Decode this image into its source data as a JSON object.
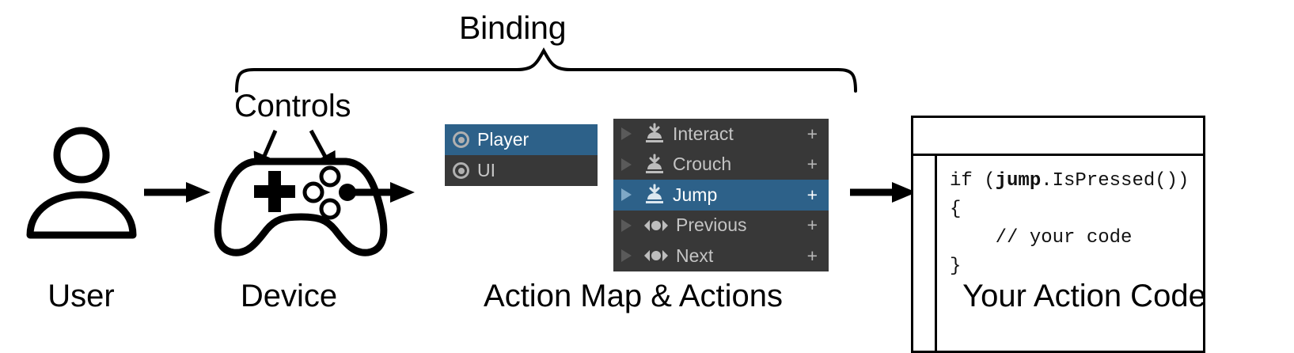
{
  "diagram": {
    "title_labels": {
      "binding": "Binding",
      "controls": "Controls"
    },
    "captions": {
      "user": "User",
      "device": "Device",
      "action_map": "Action Map & Actions",
      "code": "Your Action Code"
    },
    "icons": {
      "user": "user-person-icon",
      "device": "gamepad-controller-icon",
      "flow_arrow": "arrow-right-icon",
      "brace": "curly-brace-icon",
      "pointer_arrow": "arrow-pointer-icon"
    }
  },
  "action_map_panel": {
    "name": "action-map-list",
    "rows": [
      {
        "label": "Player",
        "selected": true,
        "icon": "target-icon"
      },
      {
        "label": "UI",
        "selected": false,
        "icon": "target-icon"
      }
    ]
  },
  "actions_panel": {
    "name": "actions-list",
    "add_label": "+",
    "rows": [
      {
        "label": "Interact",
        "selected": false,
        "icon": "button-press-icon",
        "add": "+"
      },
      {
        "label": "Crouch",
        "selected": false,
        "icon": "button-press-icon",
        "add": "+"
      },
      {
        "label": "Jump",
        "selected": true,
        "icon": "button-press-icon",
        "add": "+"
      },
      {
        "label": "Previous",
        "selected": false,
        "icon": "axis-icon",
        "add": "+"
      },
      {
        "label": "Next",
        "selected": false,
        "icon": "axis-icon",
        "add": "+"
      }
    ]
  },
  "code_window": {
    "title": "",
    "lines": [
      {
        "pre": "if (",
        "bold": "jump",
        "post": ".IsPressed())"
      },
      {
        "pre": "{",
        "bold": "",
        "post": ""
      },
      {
        "pre": "    // your code",
        "bold": "",
        "post": ""
      },
      {
        "pre": "}",
        "bold": "",
        "post": ""
      }
    ],
    "plain_text": "if (jump.IsPressed())\n{\n    // your code\n}"
  },
  "colors": {
    "selected_blue": "#2D6189",
    "panel_dark": "#383838",
    "text_gray": "#c4c4c4",
    "text_white": "#ffffff",
    "icon_gray": "#b0b0b0",
    "ink": "#000000",
    "background": "#ffffff"
  }
}
